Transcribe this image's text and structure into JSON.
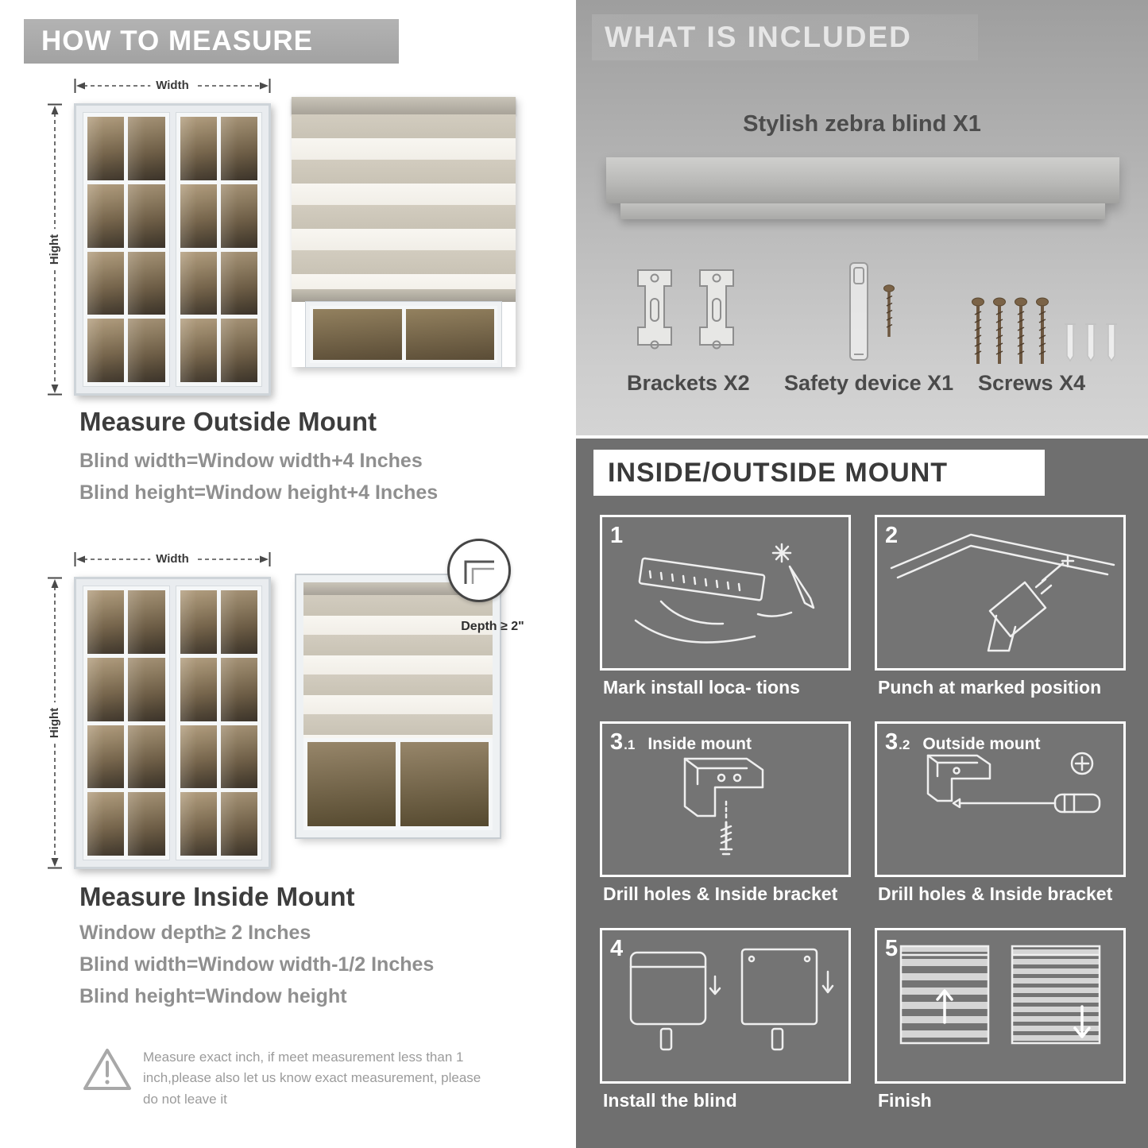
{
  "colors": {
    "banner_gray": "#a8a8a8",
    "included_bg": "#b7b7b7",
    "mount_bg": "#6f6f6f",
    "heading_dark": "#3d3d3d",
    "body_gray": "#8f8f8f"
  },
  "left": {
    "header": "HOW TO MEASURE",
    "outside": {
      "width_label": "Width",
      "height_label": "Hight",
      "title": "Measure Outside Mount",
      "lines": [
        "Blind width=Window width+4 Inches",
        "Blind height=Window height+4 Inches"
      ]
    },
    "inside": {
      "width_label": "Width",
      "height_label": "Hight",
      "depth_label": "Depth ≥ 2\"",
      "title": "Measure Inside Mount",
      "lines": [
        "Window depth≥ 2 Inches",
        "Blind width=Window width-1/2 Inches",
        "Blind height=Window height"
      ]
    },
    "warning": "Measure exact inch, if meet measurement less than 1 inch,please also let us know exact measurement, please do not leave it"
  },
  "right": {
    "included": {
      "header": "WHAT IS INCLUDED",
      "blind_label": "Stylish zebra blind X1",
      "part_labels": [
        "Brackets X2",
        "Safety device X1",
        "Screws X4"
      ]
    },
    "mount": {
      "header": "INSIDE/OUTSIDE MOUNT",
      "steps": [
        {
          "num": "1",
          "sub": "",
          "title": "",
          "caption": "Mark install loca- tions"
        },
        {
          "num": "2",
          "sub": "",
          "title": "",
          "caption": "Punch at marked position"
        },
        {
          "num": "3",
          "sub": ".1",
          "title": "Inside mount",
          "caption": "Drill holes & Inside bracket"
        },
        {
          "num": "3",
          "sub": ".2",
          "title": "Outside mount",
          "caption": "Drill holes & Inside bracket"
        },
        {
          "num": "4",
          "sub": "",
          "title": "",
          "caption": "Install the blind"
        },
        {
          "num": "5",
          "sub": "",
          "title": "",
          "caption": "Finish"
        }
      ]
    }
  }
}
